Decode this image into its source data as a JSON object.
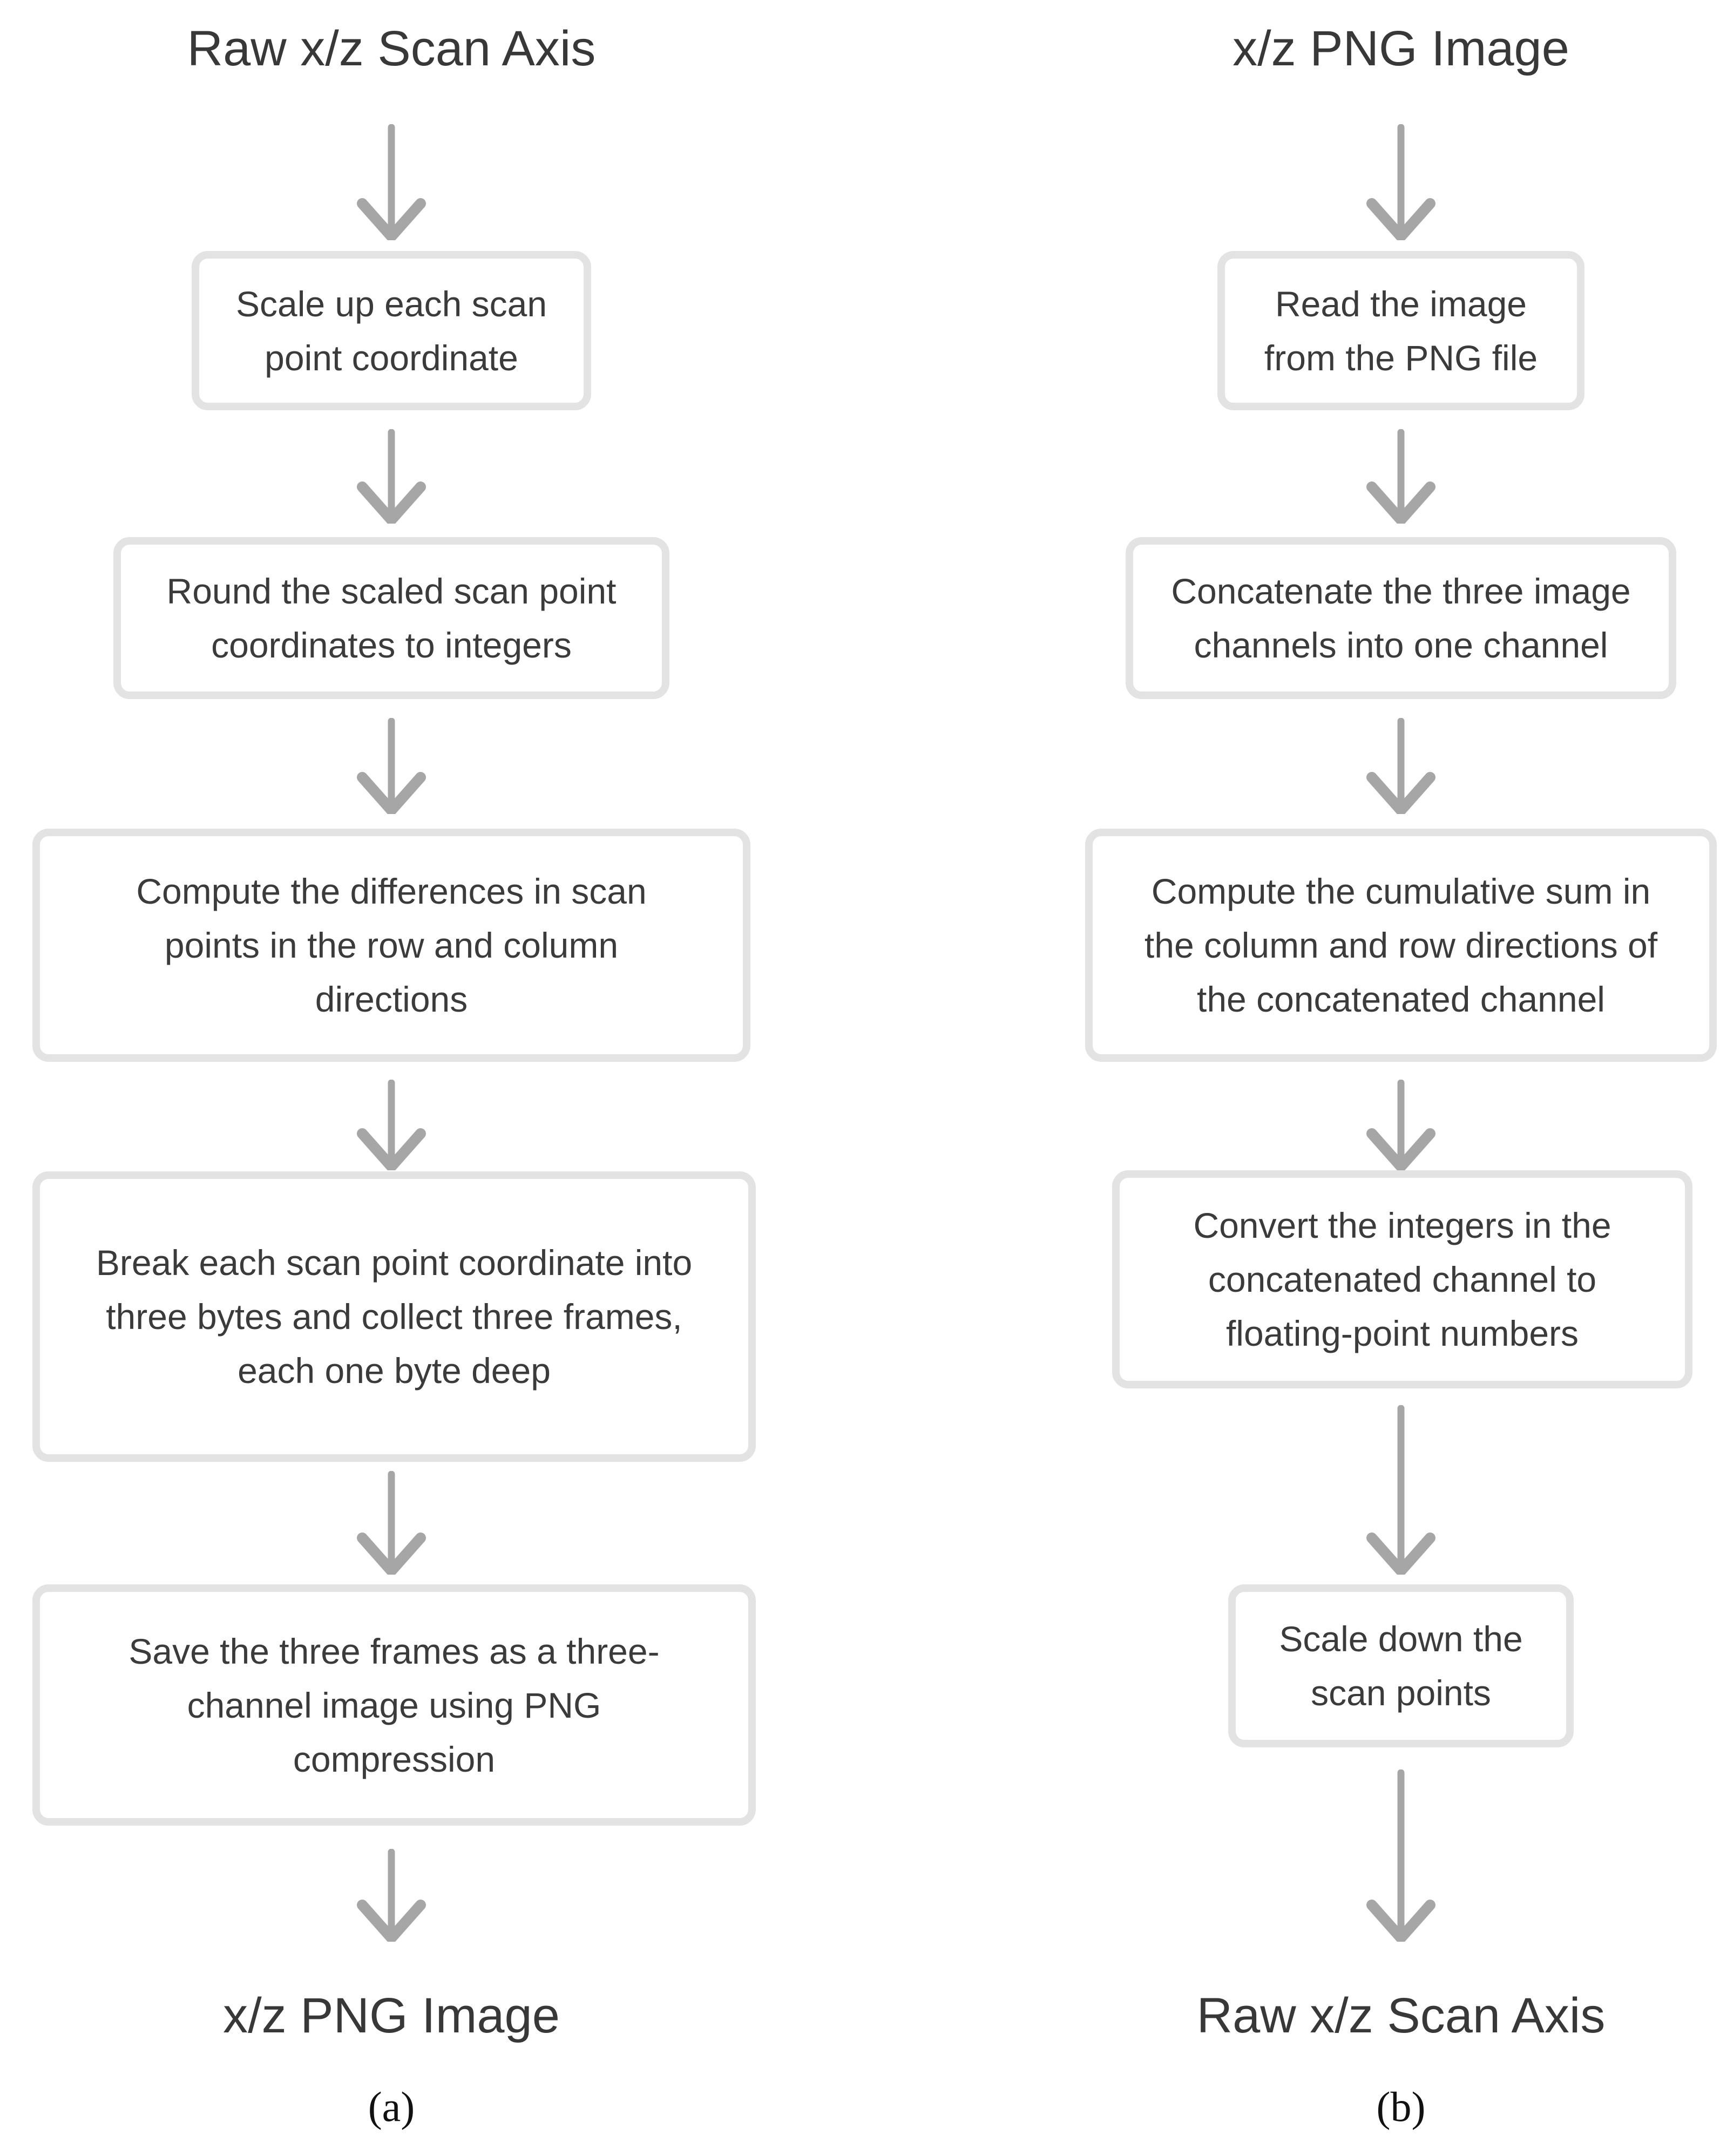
{
  "figure": {
    "colors": {
      "box_border": "#e3e3e3",
      "box_fill": "#ffffff",
      "text": "#3b3b3b",
      "arrow": "#a6a6a6"
    },
    "icons": {
      "connector": "down-arrow-icon"
    },
    "columns": [
      {
        "id": "a",
        "title": "Raw x/z Scan Axis",
        "steps": [
          {
            "text": "Scale up each scan point coordinate",
            "lines": [
              "Scale up each scan",
              "point coordinate"
            ]
          },
          {
            "text": "Round the scaled scan point coordinates to integers",
            "lines": [
              "Round the scaled scan point",
              "coordinates to integers"
            ]
          },
          {
            "text": "Compute the differences in scan points in the row and column directions",
            "lines": [
              "Compute the differences in scan",
              "points in the row and column",
              "directions"
            ]
          },
          {
            "text": "Break each scan point coordinate into three bytes and collect three frames, each one byte deep",
            "lines": [
              "Break each scan point coordinate into",
              "three bytes and collect three frames,",
              "each one byte deep"
            ]
          },
          {
            "text": "Save the three frames as a three-channel image using PNG compression",
            "lines": [
              "Save the three frames as a three-",
              "channel image using PNG",
              "compression"
            ]
          }
        ],
        "output": "x/z PNG Image",
        "caption": "(a)"
      },
      {
        "id": "b",
        "title": "x/z PNG Image",
        "steps": [
          {
            "text": "Read the image from the PNG file",
            "lines": [
              "Read the image",
              "from the PNG file"
            ]
          },
          {
            "text": "Concatenate the three image channels into one channel",
            "lines": [
              "Concatenate the three image",
              "channels into one channel"
            ]
          },
          {
            "text": "Compute the cumulative sum in the column and row directions of the concatenated channel",
            "lines": [
              "Compute the cumulative sum in",
              "the column and row directions of",
              "the concatenated channel"
            ]
          },
          {
            "text": "Convert the integers in the concatenated channel to floating-point numbers",
            "lines": [
              "Convert the integers in the",
              "concatenated channel to",
              "floating-point numbers"
            ]
          },
          {
            "text": "Scale down the scan points",
            "lines": [
              "Scale down the",
              "scan points"
            ]
          }
        ],
        "output": "Raw x/z Scan Axis",
        "caption": "(b)"
      }
    ]
  }
}
